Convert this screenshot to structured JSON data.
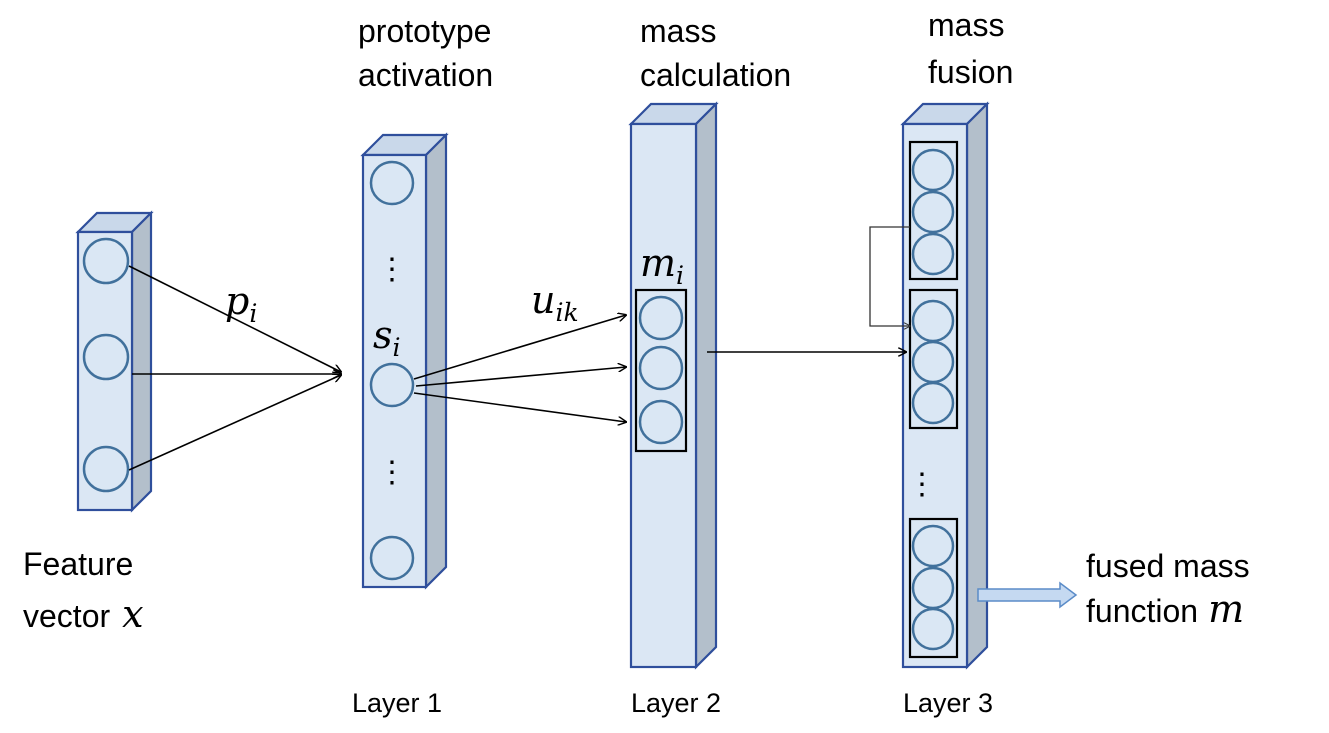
{
  "labels": {
    "feature_vector_line1": "Feature",
    "feature_vector_line2": "vector",
    "feature_vector_var": "x",
    "prototype_line1": "prototype",
    "prototype_line2": "activation",
    "mass_calc_line1": "mass",
    "mass_calc_line2": "calculation",
    "mass_fusion_line1": "mass",
    "mass_fusion_line2": "fusion",
    "layer1": "Layer 1",
    "layer2": "Layer 2",
    "layer3": "Layer 3",
    "output_line1": "fused mass",
    "output_line2": "function",
    "output_var": "m"
  },
  "math": {
    "p": "p",
    "p_sub": "i",
    "s": "s",
    "s_sub": "i",
    "u": "u",
    "u_sub": "ik",
    "m": "m",
    "m_sub": "i"
  },
  "ellipsis": "⋮",
  "colors": {
    "node_fill": "#dae7f4",
    "node_stroke": "#41719c",
    "block_front": "#dbe7f4",
    "block_side": "#b3bfcb",
    "block_stroke": "#2f4f9c"
  }
}
